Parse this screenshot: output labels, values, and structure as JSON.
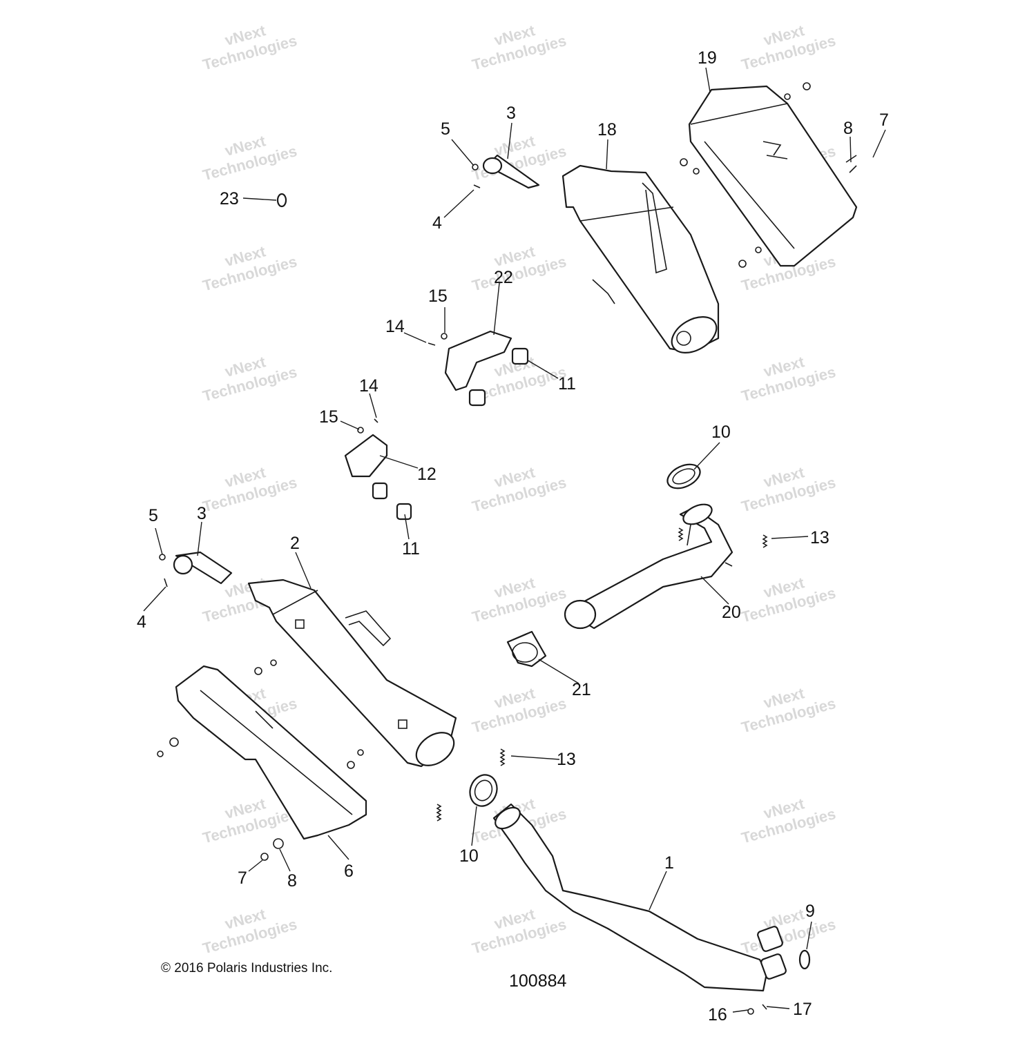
{
  "copyright": "© 2016 Polaris Industries Inc.",
  "diagram_number": "100884",
  "watermark": {
    "line1": "vNext",
    "line2": "Technologies"
  },
  "callouts": [
    {
      "id": "c1",
      "label": "1"
    },
    {
      "id": "c2",
      "label": "2"
    },
    {
      "id": "c3a",
      "label": "3"
    },
    {
      "id": "c3b",
      "label": "3"
    },
    {
      "id": "c4a",
      "label": "4"
    },
    {
      "id": "c4b",
      "label": "4"
    },
    {
      "id": "c5a",
      "label": "5"
    },
    {
      "id": "c5b",
      "label": "5"
    },
    {
      "id": "c6",
      "label": "6"
    },
    {
      "id": "c7a",
      "label": "7"
    },
    {
      "id": "c7b",
      "label": "7"
    },
    {
      "id": "c8a",
      "label": "8"
    },
    {
      "id": "c8b",
      "label": "8"
    },
    {
      "id": "c9",
      "label": "9"
    },
    {
      "id": "c10a",
      "label": "10"
    },
    {
      "id": "c10b",
      "label": "10"
    },
    {
      "id": "c11a",
      "label": "11"
    },
    {
      "id": "c11b",
      "label": "11"
    },
    {
      "id": "c12",
      "label": "12"
    },
    {
      "id": "c13a",
      "label": "13"
    },
    {
      "id": "c13b",
      "label": "13"
    },
    {
      "id": "c14a",
      "label": "14"
    },
    {
      "id": "c14b",
      "label": "14"
    },
    {
      "id": "c15a",
      "label": "15"
    },
    {
      "id": "c15b",
      "label": "15"
    },
    {
      "id": "c16",
      "label": "16"
    },
    {
      "id": "c17",
      "label": "17"
    },
    {
      "id": "c18",
      "label": "18"
    },
    {
      "id": "c19",
      "label": "19"
    },
    {
      "id": "c20",
      "label": "20"
    },
    {
      "id": "c21",
      "label": "21"
    },
    {
      "id": "c22",
      "label": "22"
    },
    {
      "id": "c23",
      "label": "23"
    }
  ]
}
